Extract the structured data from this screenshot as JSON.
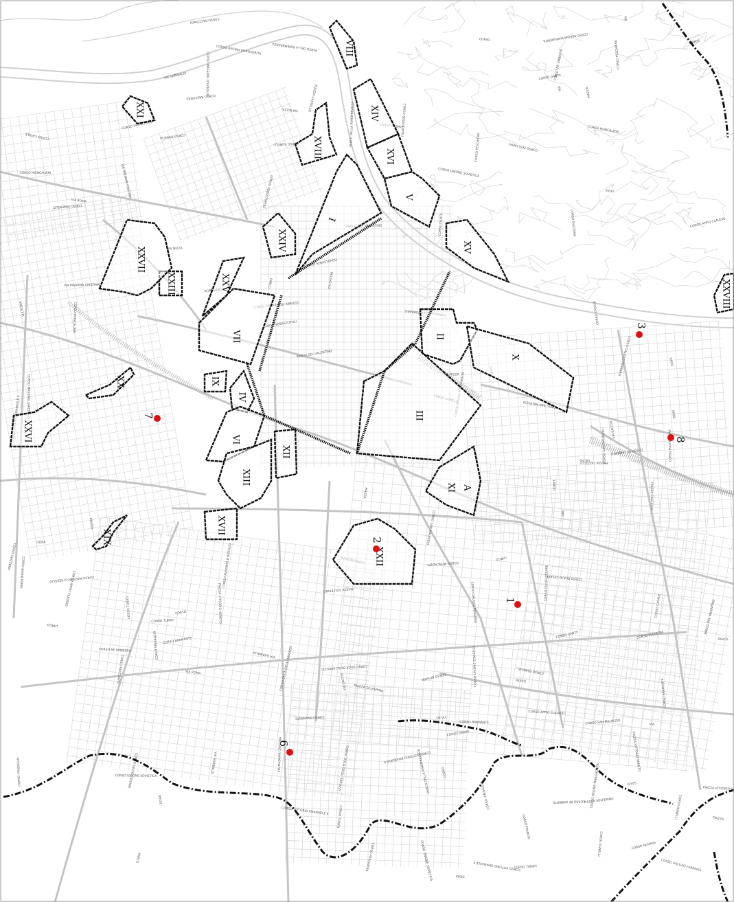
{
  "colors": {
    "background": "#ffffff",
    "street_line": "#c4c4c4",
    "block_line": "#d8d8d8",
    "zone_outline": "#111111",
    "boundary": "#111111",
    "marker": "#dd1111"
  },
  "zones": [
    {
      "id": "I",
      "label": "I"
    },
    {
      "id": "II",
      "label": "II"
    },
    {
      "id": "III",
      "label": "III"
    },
    {
      "id": "IV",
      "label": "IV"
    },
    {
      "id": "V",
      "label": "V"
    },
    {
      "id": "VI",
      "label": "VI"
    },
    {
      "id": "VII",
      "label": "VII"
    },
    {
      "id": "VIII",
      "label": "VIII"
    },
    {
      "id": "IX",
      "label": "IX"
    },
    {
      "id": "X",
      "label": "X"
    },
    {
      "id": "XI",
      "label": "XI"
    },
    {
      "id": "XII",
      "label": "XII"
    },
    {
      "id": "XIII",
      "label": "XIII"
    },
    {
      "id": "XIV",
      "label": "XIV"
    },
    {
      "id": "XV",
      "label": "XV"
    },
    {
      "id": "XVI",
      "label": "XVI"
    },
    {
      "id": "XVII",
      "label": "XVII"
    },
    {
      "id": "XVIII",
      "label": "XVIII"
    },
    {
      "id": "XIX",
      "label": "XIX"
    },
    {
      "id": "XX",
      "label": "XX"
    },
    {
      "id": "XXI",
      "label": "XXI"
    },
    {
      "id": "XXII",
      "label": "XXII"
    },
    {
      "id": "XXIII",
      "label": "XXIII"
    },
    {
      "id": "XXIV",
      "label": "XXIV"
    },
    {
      "id": "XXV",
      "label": "XXV"
    },
    {
      "id": "XXVI",
      "label": "XXVI"
    },
    {
      "id": "XXVII",
      "label": "XXVII"
    },
    {
      "id": "XXVIII",
      "label": "XXVIII"
    },
    {
      "id": "A",
      "label": "A"
    }
  ],
  "points": [
    {
      "id": "p1",
      "label": "1"
    },
    {
      "id": "p2",
      "label": "2"
    },
    {
      "id": "p3",
      "label": "3"
    },
    {
      "id": "p6",
      "label": "6"
    },
    {
      "id": "p7",
      "label": "7"
    },
    {
      "id": "p8",
      "label": "8"
    }
  ],
  "street_names": [
    "CORSO",
    "VIA",
    "PIAZZA",
    "LARGO",
    "PARCO",
    "CORSO FRANCIA",
    "DORA",
    "CORSO VINZAGLIO",
    "CORSO VITTORIO EMANUELE II",
    "CORSO MASSIMO D'AZEGLIO",
    "CORSO REGINA MARGHERITA",
    "CORSO SAN MAURIZIO",
    "CORSO CASALE",
    "CORSO MONCALIERI",
    "CORSO UNIONE SOVIETICA",
    "CORSO AGNELLI",
    "CORSO SEBASTOPOLI",
    "CORSO RE UMBERTO",
    "CORSO DANTE",
    "CORSO TURATI",
    "CORSO BRAMANTE",
    "CORSO DUCA DEGLI ABRUZZI",
    "CORSO GALILEO FERRARIS",
    "CORSO PESCHIERA",
    "CORSO RACCONIGI",
    "CORSO SVIZZERA",
    "CORSO GIULIO CESARE",
    "CORSO NOVARA",
    "VIA NIZZA",
    "VIA SACCHI",
    "VIA MADAMA CRISTINA",
    "VIA ROMA",
    "VIA PO",
    "VIA GARIBALDI",
    "PARCO DELLA RIMEMBRANZA",
    "PARCO DEL VALENTINO",
    "SASSI",
    "PIAZZA SOLFERINO",
    "PIAZZA CASTELLO",
    "PIAZZA VITTORIO VENETO",
    "CORSO INGHILTERRA",
    "CORSO APPIO CLAUDIO"
  ]
}
